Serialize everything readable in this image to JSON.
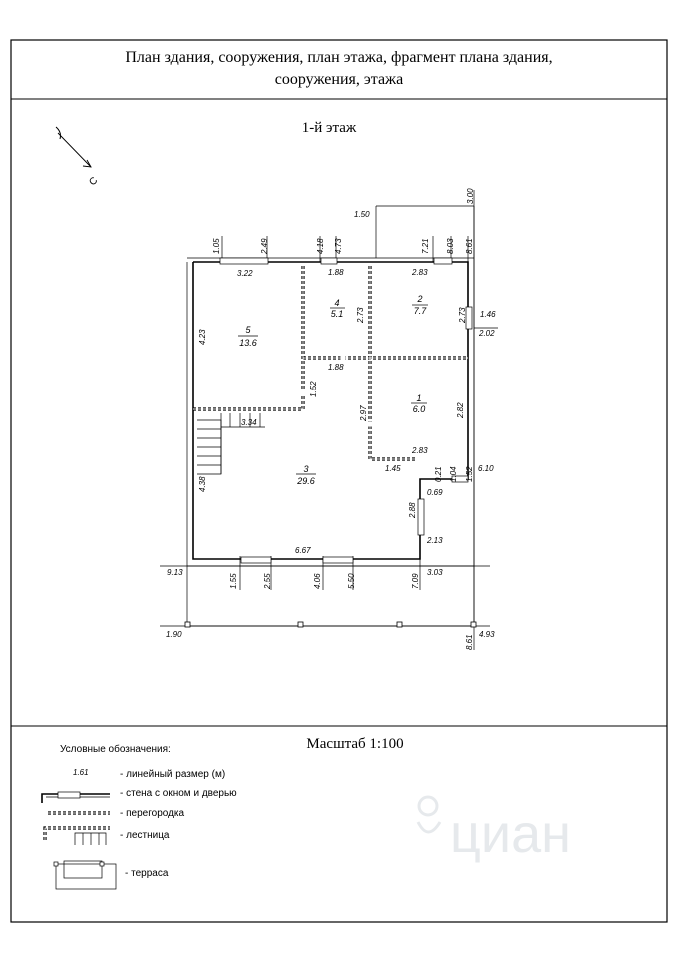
{
  "header": {
    "title_line1": "План здания, сооружения, план этажа, фрагмент плана здания,",
    "title_line2": "сооружения, этажа"
  },
  "plan": {
    "floor_label": "1-й этаж",
    "north_label": "С",
    "rooms": [
      {
        "num": "5",
        "area": "13.6"
      },
      {
        "num": "4",
        "area": "5.1"
      },
      {
        "num": "2",
        "area": "7.7"
      },
      {
        "num": "1",
        "area": "6.0"
      },
      {
        "num": "3",
        "area": "29.6"
      }
    ],
    "dims": {
      "outer_top_right": "3.00",
      "outer_top_left": "1.50",
      "top_1": "1.05",
      "top_2": "2.49",
      "top_3": "4.18",
      "top_4": "4.73",
      "top_5": "7.21",
      "top_6": "8.03",
      "top_7": "8.61",
      "r5_width": "3.22",
      "r4_width": "1.88",
      "r2_width": "2.83",
      "r5_height": "4.23",
      "r4_height": "2.73",
      "r2_height": "2.73",
      "right_1": "1.46",
      "right_2": "2.02",
      "r4_bottom": "1.88",
      "partition_h": "1.52",
      "stair": "3.34",
      "r1_left": "2.97",
      "r1_right": "2.82",
      "r1_bottom": "2.83",
      "bottom_wall": "1.45",
      "right_3": "0.21",
      "right_4": "1.04",
      "right_5": "1.52",
      "right_6": "6.10",
      "right_7": "0.69",
      "r3_left": "4.38",
      "r3_right": "2.88",
      "right_8": "2.13",
      "r3_bottom": "6.67",
      "left_outer": "9.13",
      "bot_1": "1.55",
      "bot_2": "2.55",
      "bot_3": "4.06",
      "bot_4": "5.50",
      "bot_5": "7.09",
      "bot_6": "3.03",
      "terr_left": "1.90",
      "terr_right_1": "8.61",
      "terr_right_2": "4.93"
    }
  },
  "scale": {
    "label": "Масштаб 1:100"
  },
  "legend": {
    "title": "Условные обозначения:",
    "items": [
      {
        "symbol": "1.61",
        "text": "- линейный размер (м)"
      },
      {
        "text": "- стена с окном и дверью"
      },
      {
        "text": "- перегородка"
      },
      {
        "text": "- лестница"
      },
      {
        "text": "- терраса"
      }
    ]
  },
  "watermark": {
    "text": "циан"
  }
}
